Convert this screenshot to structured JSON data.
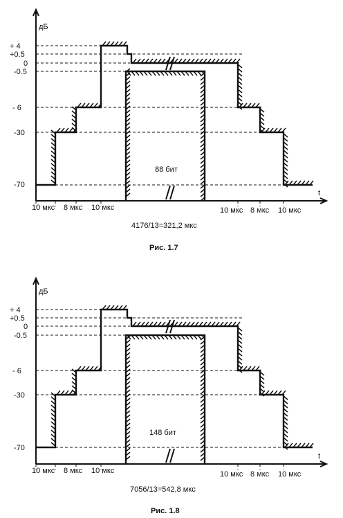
{
  "figures": [
    {
      "y_unit": "дБ",
      "x_unit": "t",
      "levels": [
        "+  4",
        "+0.5",
        "0",
        "-0.5",
        "- 6",
        "-30",
        "-70"
      ],
      "left_intervals": [
        "10 мкс",
        "8 мкс",
        "10 мкс"
      ],
      "right_intervals": [
        "10 мкс",
        "8 мкс",
        "10 мкс"
      ],
      "bits_label": "88 бит",
      "duration": "4176/13=321,2 мкс",
      "caption": "Рис. 1.7"
    },
    {
      "y_unit": "дБ",
      "x_unit": "t",
      "levels": [
        "+  4",
        "+0.5",
        "0",
        "-0.5",
        "- 6",
        "-30",
        "-70"
      ],
      "left_intervals": [
        "10 мкс",
        "8 мкс",
        "10 мкс"
      ],
      "right_intervals": [
        "10 мкс",
        "8 мкс",
        "10 мкс"
      ],
      "bits_label": "148 бит",
      "duration": "7056/13=542,8 мкс",
      "caption": "Рис. 1.8"
    }
  ]
}
